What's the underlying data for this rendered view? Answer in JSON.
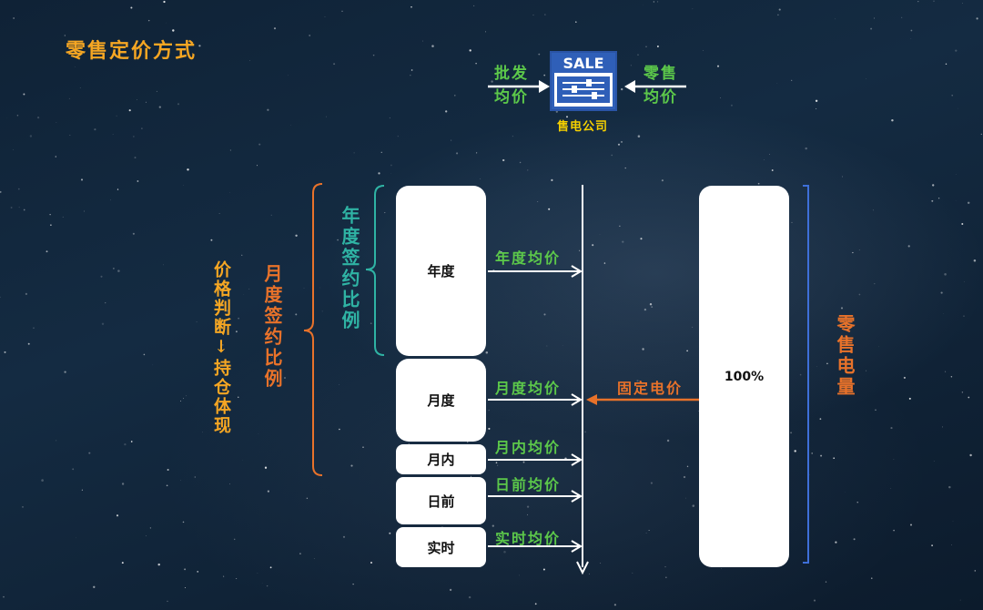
{
  "title": "零售定价方式",
  "header": {
    "wholesale_price": "批发均价",
    "retail_price": "零售均价",
    "sale_sign": "SALE",
    "supplier": "售电公司"
  },
  "left_labels": {
    "price_judgment": "价格判断↓持仓体现",
    "monthly_ratio": "月度签约比例",
    "annual_ratio": "年度签约比例"
  },
  "right_labels": {
    "retail_volume": "零售电量",
    "volume_share": "100%",
    "fixed_price": "固定电价"
  },
  "segments": [
    {
      "label": "年度",
      "price": "年度均价"
    },
    {
      "label": "月度",
      "price": "月度均价"
    },
    {
      "label": "月内",
      "price": "月内均价"
    },
    {
      "label": "日前",
      "price": "日前均价"
    },
    {
      "label": "实时",
      "price": "实时均价"
    }
  ],
  "colors": {
    "title": "#f5a623",
    "green": "#5cc84a",
    "orange": "#e8722a",
    "teal": "#2fb3a4",
    "blue_bracket": "#3e6fd8",
    "sale_blue": "#2f5fb8"
  },
  "icons": [
    "sale-sign-icon",
    "arrow-right-icon",
    "arrow-left-icon",
    "arrow-down-icon"
  ]
}
